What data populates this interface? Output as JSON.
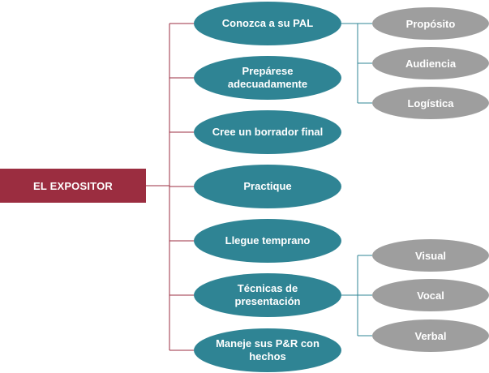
{
  "root": {
    "label": "EL EXPOSITOR"
  },
  "steps": [
    {
      "label": "Conozca a su PAL"
    },
    {
      "label": "Prepárese adecuadamente"
    },
    {
      "label": "Cree un borrador final"
    },
    {
      "label": "Practique"
    },
    {
      "label": "Llegue temprano"
    },
    {
      "label": "Técnicas de presentación"
    },
    {
      "label": "Maneje sus P&R con hechos"
    }
  ],
  "know_pal_details": [
    {
      "label": "Propósito"
    },
    {
      "label": "Audiencia"
    },
    {
      "label": "Logística"
    }
  ],
  "presentation_details": [
    {
      "label": "Visual"
    },
    {
      "label": "Vocal"
    },
    {
      "label": "Verbal"
    }
  ],
  "colors": {
    "root": "#9b2d40",
    "step": "#2f8494",
    "detail": "#9e9e9e",
    "connector_root": "#9b2d40",
    "connector_detail": "#2f8494"
  }
}
